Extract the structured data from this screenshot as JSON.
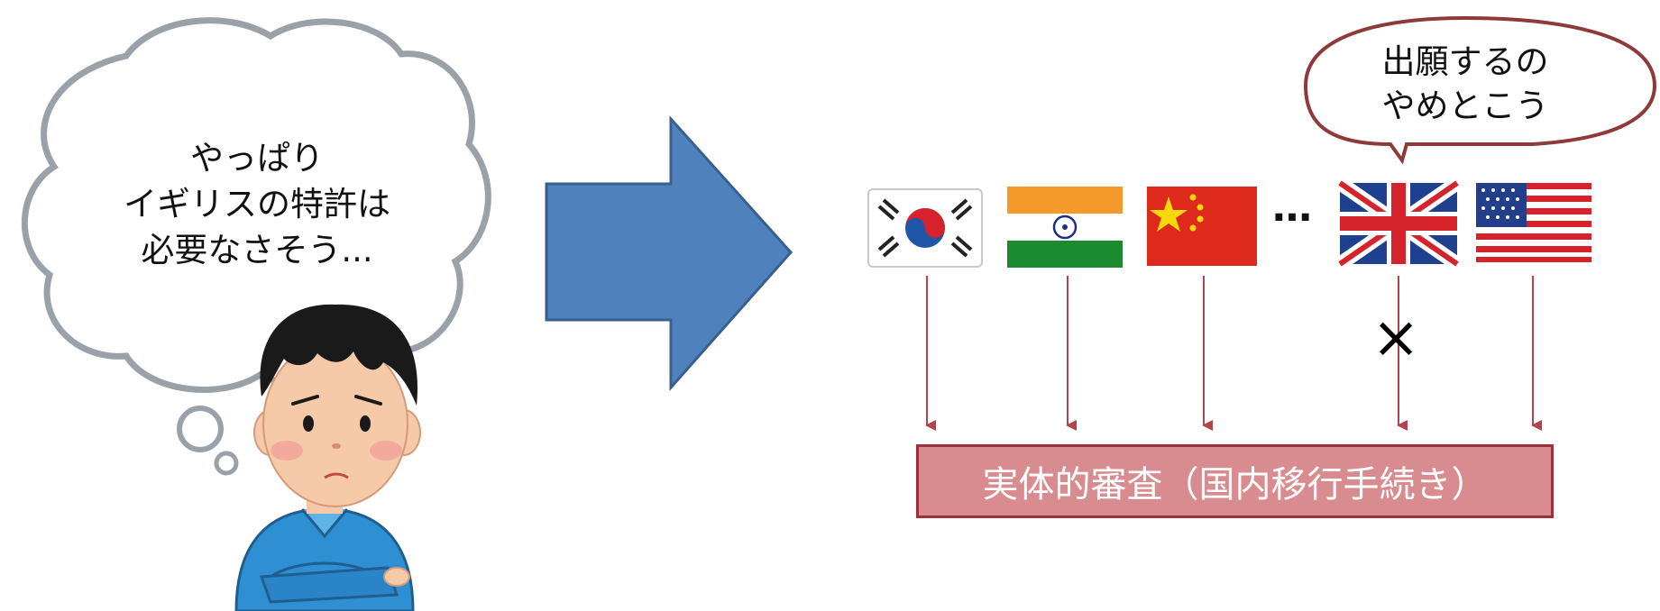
{
  "thought_bubble": {
    "lines": [
      "やっぱり",
      "イギリスの特許は",
      "必要なさそう..."
    ]
  },
  "speech_bubble": {
    "lines": [
      "出願するの",
      "やめとこう"
    ]
  },
  "flags": [
    {
      "country": "South Korea",
      "icon": "south-korea-flag-icon"
    },
    {
      "country": "India",
      "icon": "india-flag-icon"
    },
    {
      "country": "China",
      "icon": "china-flag-icon"
    },
    {
      "country": "United Kingdom",
      "icon": "uk-flag-icon",
      "blocked": true
    },
    {
      "country": "United States",
      "icon": "usa-flag-icon"
    }
  ],
  "ellipsis": "…",
  "blocked_mark": "×",
  "exam_box": {
    "label": "実体的審査（国内移行手続き）"
  },
  "colors": {
    "arrow_fill": "#4f81bd",
    "arrow_stroke": "#3a5f8f",
    "connector": "#b5434b",
    "box_fill": "#d98c8f",
    "box_border": "#9c2f3a",
    "bubble_outline": "#9aa1a8",
    "speech_outline": "#8e3a3a"
  }
}
